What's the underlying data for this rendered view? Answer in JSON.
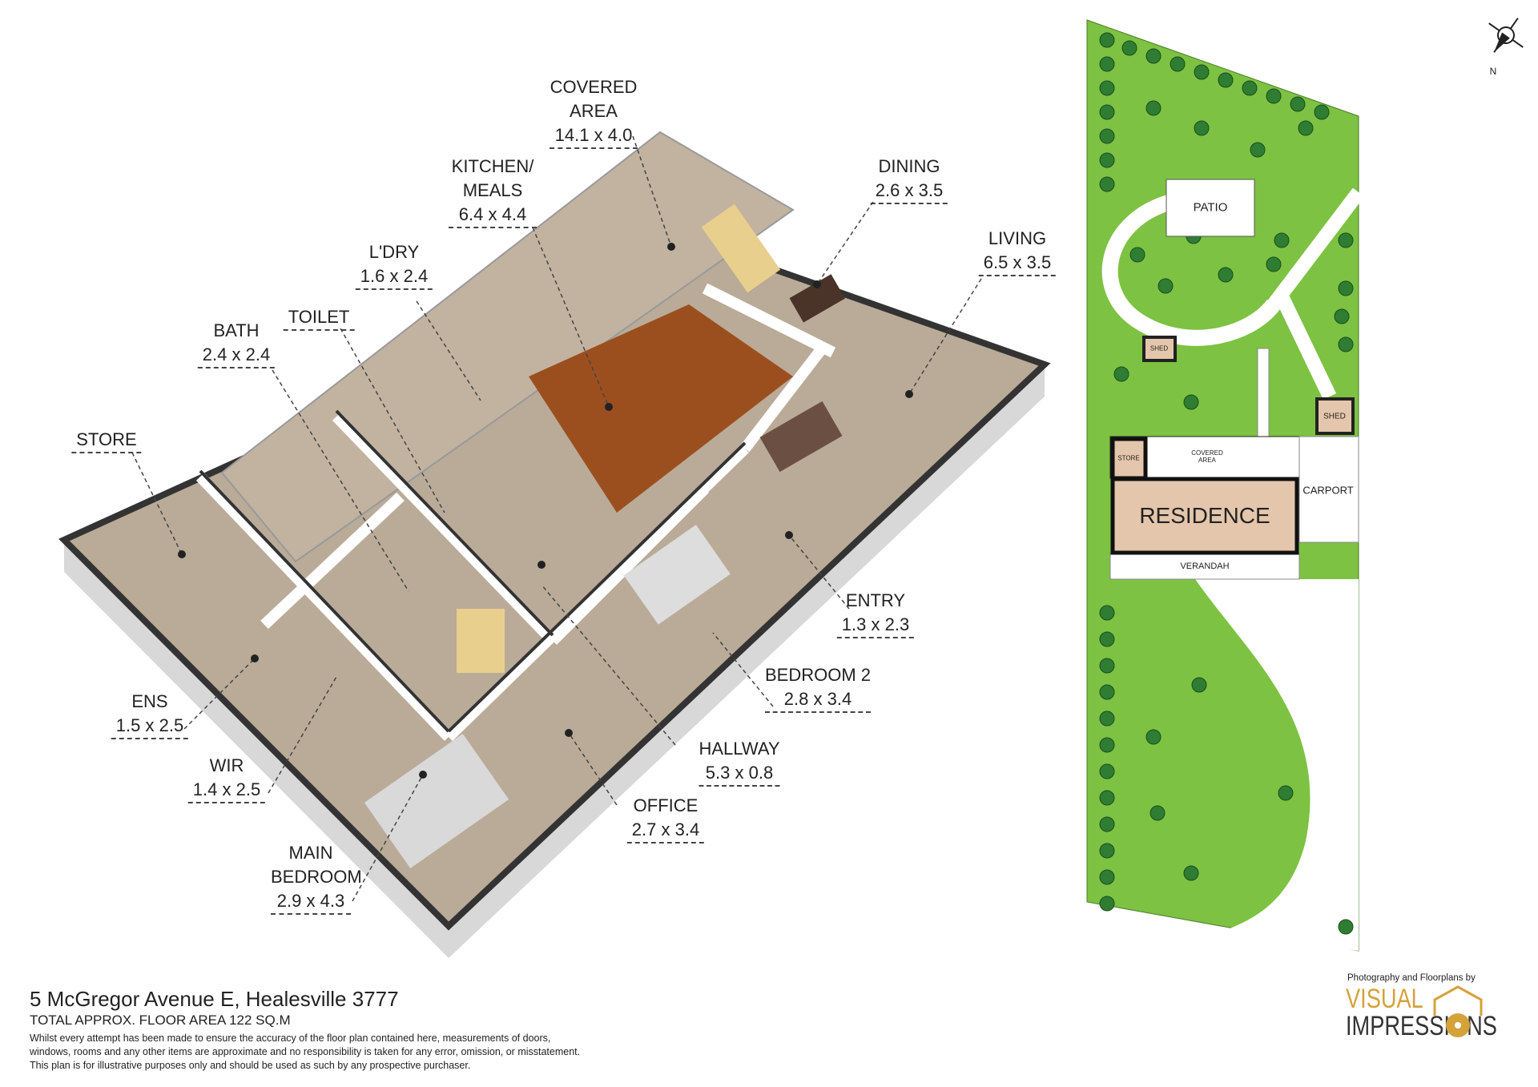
{
  "floorplan": {
    "rooms": [
      {
        "name": "COVERED AREA",
        "dims": "14.1 x 4.0"
      },
      {
        "name": "KITCHEN/ MEALS",
        "dims": "6.4 x 4.4"
      },
      {
        "name": "DINING",
        "dims": "2.6 x 3.5"
      },
      {
        "name": "LIVING",
        "dims": "6.5 x 3.5"
      },
      {
        "name": "L'DRY",
        "dims": "1.6 x 2.4"
      },
      {
        "name": "TOILET",
        "dims": ""
      },
      {
        "name": "BATH",
        "dims": "2.4 x 2.4"
      },
      {
        "name": "STORE",
        "dims": ""
      },
      {
        "name": "ENTRY",
        "dims": "1.3 x 2.3"
      },
      {
        "name": "BEDROOM 2",
        "dims": "2.8 x 3.4"
      },
      {
        "name": "HALLWAY",
        "dims": "5.3 x 0.8"
      },
      {
        "name": "ENS",
        "dims": "1.5 x 2.5"
      },
      {
        "name": "WIR",
        "dims": "1.4 x 2.5"
      },
      {
        "name": "OFFICE",
        "dims": "2.7 x 3.4"
      },
      {
        "name": "MAIN BEDROOM",
        "dims": "2.9 x 4.3"
      }
    ]
  },
  "site_plan": {
    "patio": "PATIO",
    "shed": "SHED",
    "store": "STORE",
    "covered_area": "COVERED AREA",
    "residence": "RESIDENCE",
    "carport": "CARPORT",
    "verandah": "VERANDAH",
    "compass_label": "N",
    "lawn_color": "#7dc242",
    "building_color": "#e4c6ac"
  },
  "footer": {
    "address": "5 McGregor Avenue E, Healesville 3777",
    "floor_area": "TOTAL APPROX. FLOOR AREA 122 SQ.M",
    "disclaimer_1": "Whilst every attempt has been made to ensure the accuracy of the floor plan contained here, measurements of doors,",
    "disclaimer_2": "windows, rooms and any other items are approximate and no responsibility is taken for any error, omission, or misstatement.",
    "disclaimer_3": "This plan is for illustrative purposes only and should be used as such by any prospective purchaser."
  },
  "logo": {
    "credit": "Photography and Floorplans by",
    "line1": "VISUAL",
    "line2": "IMPRESSIONS"
  }
}
